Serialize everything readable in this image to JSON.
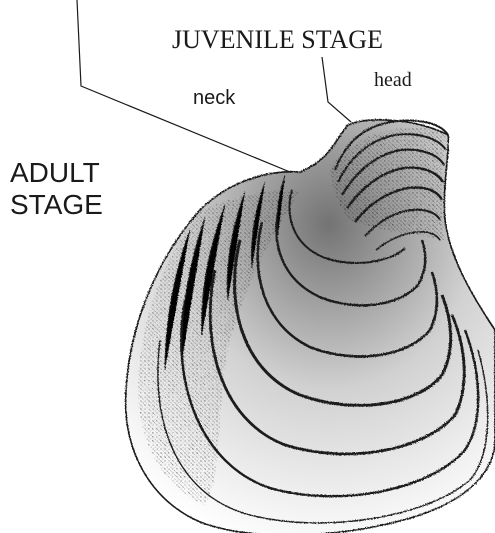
{
  "labels": {
    "juvenile_stage": "JUVENILE STAGE",
    "head": "head",
    "neck": "neck",
    "adult_line1": "ADULT",
    "adult_line2": "STAGE"
  },
  "colors": {
    "ink": "#1a1a1a",
    "background": "#ffffff"
  }
}
